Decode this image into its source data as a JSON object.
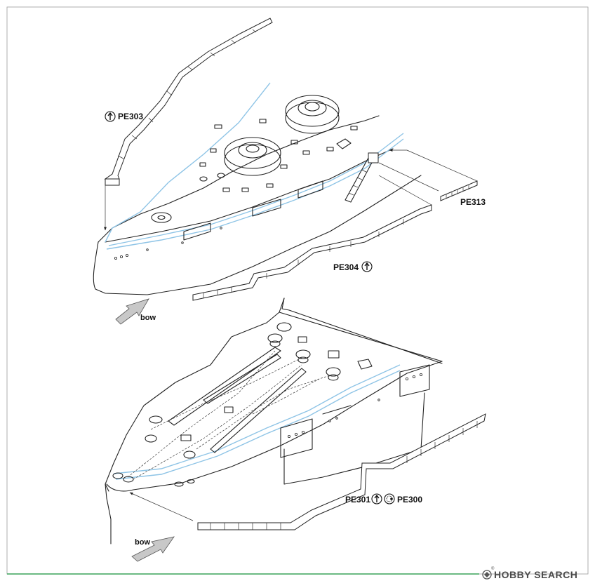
{
  "labels": {
    "pe303": "PE303",
    "pe313": "PE313",
    "pe304": "PE304",
    "pe301": "PE301",
    "pe300": "PE300",
    "bow_top": "bow",
    "bow_bottom": "bow"
  },
  "watermark": {
    "text": "HOBBY SEARCH",
    "registered": "®"
  },
  "colors": {
    "blue_rail": "#8ec4e6",
    "line": "#222222",
    "arrow_fill": "#c8c8c8",
    "bottom_rule": "#3aa35a"
  },
  "icons": {
    "fold_up": "up-arrow-circle-icon",
    "fold_down": "x-circle-icon"
  }
}
